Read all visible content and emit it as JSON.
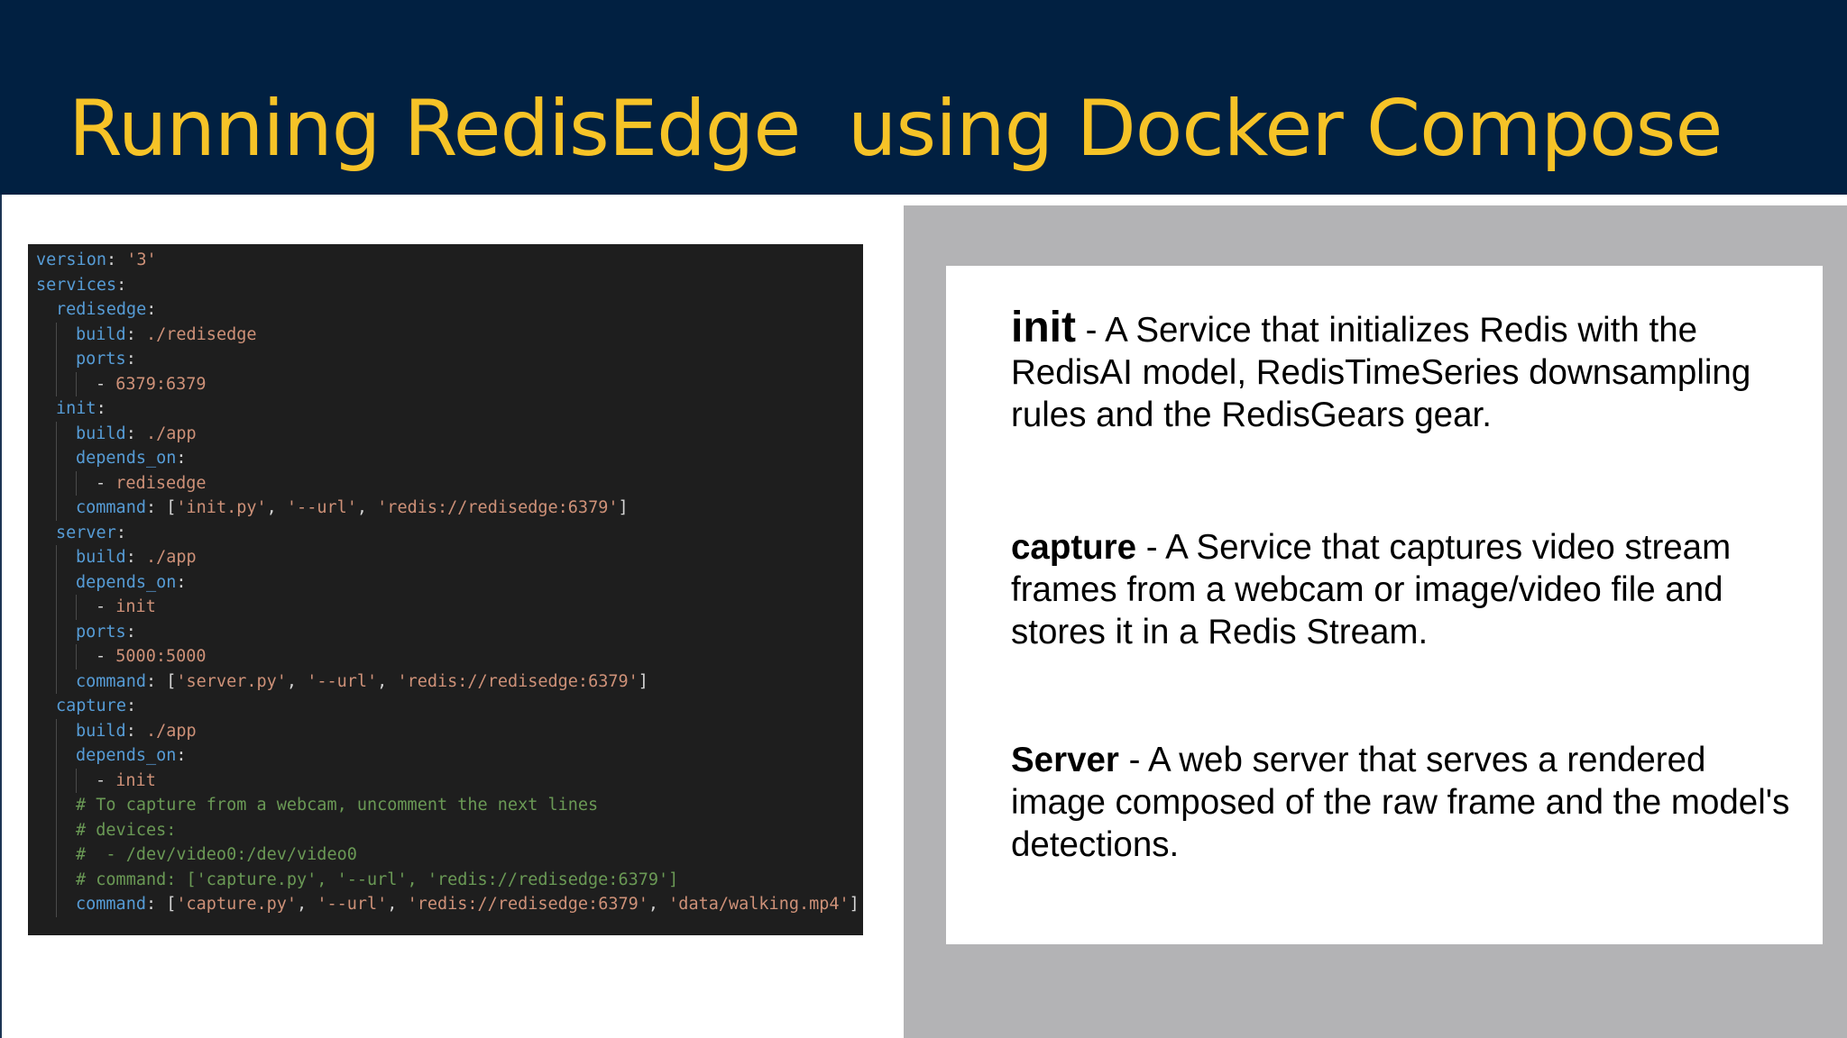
{
  "slide": {
    "title": "Running RedisEdge  using Docker Compose"
  },
  "code": {
    "lines": [
      {
        "indent": 0,
        "parts": [
          {
            "t": "version",
            "c": "k"
          },
          {
            "t": ": ",
            "c": "p"
          },
          {
            "t": "'3'",
            "c": "s"
          }
        ]
      },
      {
        "indent": 0,
        "parts": [
          {
            "t": "services",
            "c": "k"
          },
          {
            "t": ":",
            "c": "p"
          }
        ]
      },
      {
        "indent": 1,
        "parts": [
          {
            "t": "redisedge",
            "c": "k"
          },
          {
            "t": ":",
            "c": "p"
          }
        ]
      },
      {
        "indent": 2,
        "parts": [
          {
            "t": "build",
            "c": "k"
          },
          {
            "t": ": ",
            "c": "p"
          },
          {
            "t": "./redisedge",
            "c": "s"
          }
        ]
      },
      {
        "indent": 2,
        "parts": [
          {
            "t": "ports",
            "c": "k"
          },
          {
            "t": ":",
            "c": "p"
          }
        ]
      },
      {
        "indent": 3,
        "parts": [
          {
            "t": "- ",
            "c": "p"
          },
          {
            "t": "6379:6379",
            "c": "s"
          }
        ]
      },
      {
        "indent": 1,
        "parts": [
          {
            "t": "init",
            "c": "k"
          },
          {
            "t": ":",
            "c": "p"
          }
        ]
      },
      {
        "indent": 2,
        "parts": [
          {
            "t": "build",
            "c": "k"
          },
          {
            "t": ": ",
            "c": "p"
          },
          {
            "t": "./app",
            "c": "s"
          }
        ]
      },
      {
        "indent": 2,
        "parts": [
          {
            "t": "depends_on",
            "c": "k"
          },
          {
            "t": ":",
            "c": "p"
          }
        ]
      },
      {
        "indent": 3,
        "parts": [
          {
            "t": "- ",
            "c": "p"
          },
          {
            "t": "redisedge",
            "c": "s"
          }
        ]
      },
      {
        "indent": 2,
        "parts": [
          {
            "t": "command",
            "c": "k"
          },
          {
            "t": ": [",
            "c": "p"
          },
          {
            "t": "'init.py'",
            "c": "s"
          },
          {
            "t": ", ",
            "c": "p"
          },
          {
            "t": "'--url'",
            "c": "s"
          },
          {
            "t": ", ",
            "c": "p"
          },
          {
            "t": "'redis://redisedge:6379'",
            "c": "s"
          },
          {
            "t": "]",
            "c": "p"
          }
        ]
      },
      {
        "indent": 1,
        "parts": [
          {
            "t": "server",
            "c": "k"
          },
          {
            "t": ":",
            "c": "p"
          }
        ]
      },
      {
        "indent": 2,
        "parts": [
          {
            "t": "build",
            "c": "k"
          },
          {
            "t": ": ",
            "c": "p"
          },
          {
            "t": "./app",
            "c": "s"
          }
        ]
      },
      {
        "indent": 2,
        "parts": [
          {
            "t": "depends_on",
            "c": "k"
          },
          {
            "t": ":",
            "c": "p"
          }
        ]
      },
      {
        "indent": 3,
        "parts": [
          {
            "t": "- ",
            "c": "p"
          },
          {
            "t": "init",
            "c": "s"
          }
        ]
      },
      {
        "indent": 2,
        "parts": [
          {
            "t": "ports",
            "c": "k"
          },
          {
            "t": ":",
            "c": "p"
          }
        ]
      },
      {
        "indent": 3,
        "parts": [
          {
            "t": "- ",
            "c": "p"
          },
          {
            "t": "5000:5000",
            "c": "s"
          }
        ]
      },
      {
        "indent": 2,
        "parts": [
          {
            "t": "command",
            "c": "k"
          },
          {
            "t": ": [",
            "c": "p"
          },
          {
            "t": "'server.py'",
            "c": "s"
          },
          {
            "t": ", ",
            "c": "p"
          },
          {
            "t": "'--url'",
            "c": "s"
          },
          {
            "t": ", ",
            "c": "p"
          },
          {
            "t": "'redis://redisedge:6379'",
            "c": "s"
          },
          {
            "t": "]",
            "c": "p"
          }
        ]
      },
      {
        "indent": 1,
        "parts": [
          {
            "t": "capture",
            "c": "k"
          },
          {
            "t": ":",
            "c": "p"
          }
        ]
      },
      {
        "indent": 2,
        "parts": [
          {
            "t": "build",
            "c": "k"
          },
          {
            "t": ": ",
            "c": "p"
          },
          {
            "t": "./app",
            "c": "s"
          }
        ]
      },
      {
        "indent": 2,
        "parts": [
          {
            "t": "depends_on",
            "c": "k"
          },
          {
            "t": ":",
            "c": "p"
          }
        ]
      },
      {
        "indent": 3,
        "parts": [
          {
            "t": "- ",
            "c": "p"
          },
          {
            "t": "init",
            "c": "s"
          }
        ]
      },
      {
        "indent": 2,
        "parts": [
          {
            "t": "# To capture from a webcam, uncomment the next lines",
            "c": "c"
          }
        ]
      },
      {
        "indent": 2,
        "parts": [
          {
            "t": "# devices:",
            "c": "c"
          }
        ]
      },
      {
        "indent": 2,
        "parts": [
          {
            "t": "#  - /dev/video0:/dev/video0",
            "c": "c"
          }
        ]
      },
      {
        "indent": 2,
        "parts": [
          {
            "t": "# command: ['capture.py', '--url', 'redis://redisedge:6379']",
            "c": "c"
          }
        ]
      },
      {
        "indent": 2,
        "parts": [
          {
            "t": "command",
            "c": "k"
          },
          {
            "t": ": [",
            "c": "p"
          },
          {
            "t": "'capture.py'",
            "c": "s"
          },
          {
            "t": ", ",
            "c": "p"
          },
          {
            "t": "'--url'",
            "c": "s"
          },
          {
            "t": ", ",
            "c": "p"
          },
          {
            "t": "'redis://redisedge:6379'",
            "c": "s"
          },
          {
            "t": ", ",
            "c": "p"
          },
          {
            "t": "'data/walking.mp4'",
            "c": "s"
          },
          {
            "t": "]",
            "c": "p"
          }
        ]
      }
    ]
  },
  "descriptions": {
    "init": {
      "term": "init",
      "text": " - A Service that initializes Redis with the RedisAI model, RedisTimeSeries downsampling rules and the RedisGears gear."
    },
    "capture": {
      "term": "capture",
      "text": " - A Service that captures video stream frames from a webcam or image/video file and stores it in a Redis Stream."
    },
    "server": {
      "term": "Server",
      "text": " - A web server that serves a rendered image composed of the raw frame and the model's detections."
    }
  },
  "colors": {
    "header_bg": "#012041",
    "title": "#f6c327",
    "code_bg": "#1e1e1e",
    "code_key": "#569cd6",
    "code_string": "#ce9178",
    "code_comment": "#6a9955",
    "gray_panel": "#b3b3b5"
  }
}
